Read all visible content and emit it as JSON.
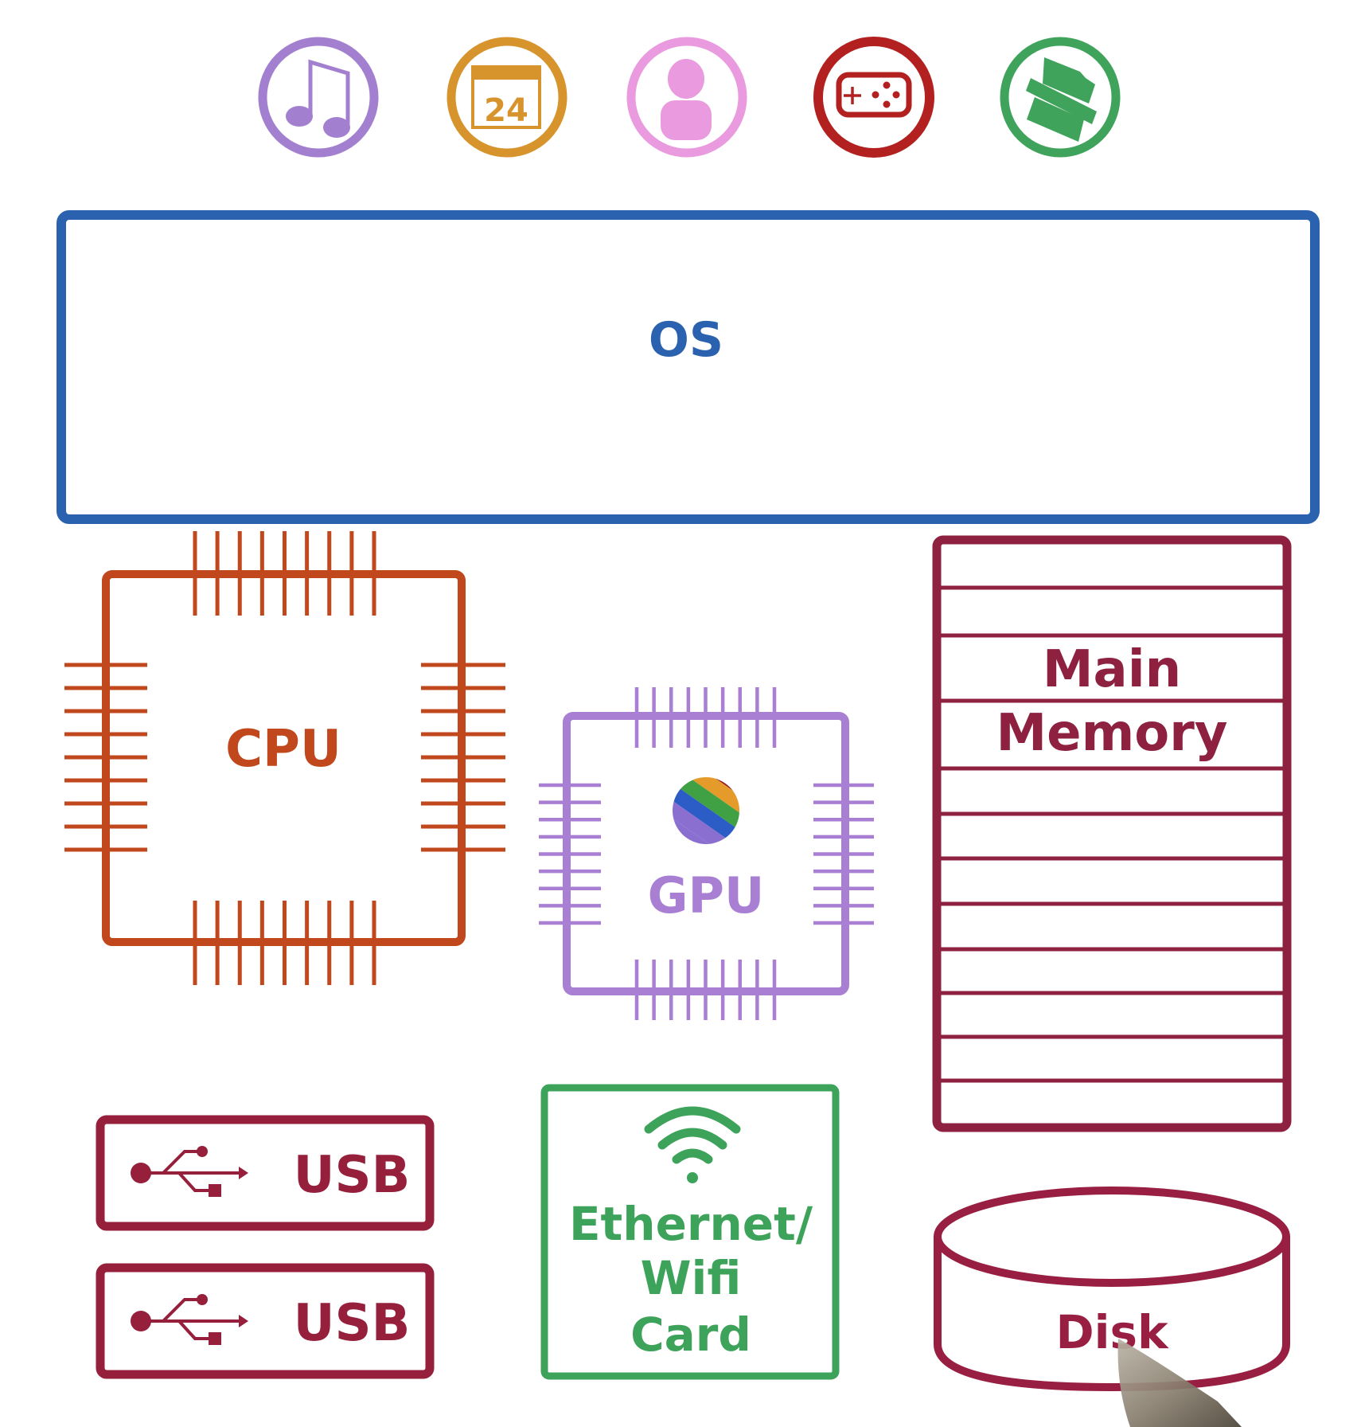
{
  "apps": [
    {
      "name": "music",
      "icon": "music-note-icon",
      "color": "#a37fd0"
    },
    {
      "name": "calendar",
      "icon": "calendar-icon",
      "color": "#d8942c",
      "day": "24"
    },
    {
      "name": "contacts",
      "icon": "person-icon",
      "color": "#ea9ade"
    },
    {
      "name": "games",
      "icon": "gamepad-icon",
      "color": "#b32020"
    },
    {
      "name": "documents",
      "icon": "document-scanner-icon",
      "color": "#3fa35b"
    }
  ],
  "os": {
    "label": "OS",
    "color": "#2a62b0"
  },
  "cpu": {
    "label": "CPU",
    "color": "#c1471d",
    "pins_per_side": 9
  },
  "gpu": {
    "label": "GPU",
    "color": "#a97fd4",
    "pins_per_side": 9
  },
  "memory": {
    "label_line1": "Main",
    "label_line2": "Memory",
    "color": "#8e2040"
  },
  "usb": [
    {
      "label": "USB",
      "icon": "usb-icon",
      "color": "#961f3b"
    },
    {
      "label": "USB",
      "icon": "usb-icon",
      "color": "#961f3b"
    }
  ],
  "network": {
    "line1": "Ethernet/",
    "line2": "Wifi",
    "line3": "Card",
    "icon": "wifi-icon",
    "color": "#3ea35a"
  },
  "disk": {
    "label": "Disk",
    "color": "#981f42"
  }
}
